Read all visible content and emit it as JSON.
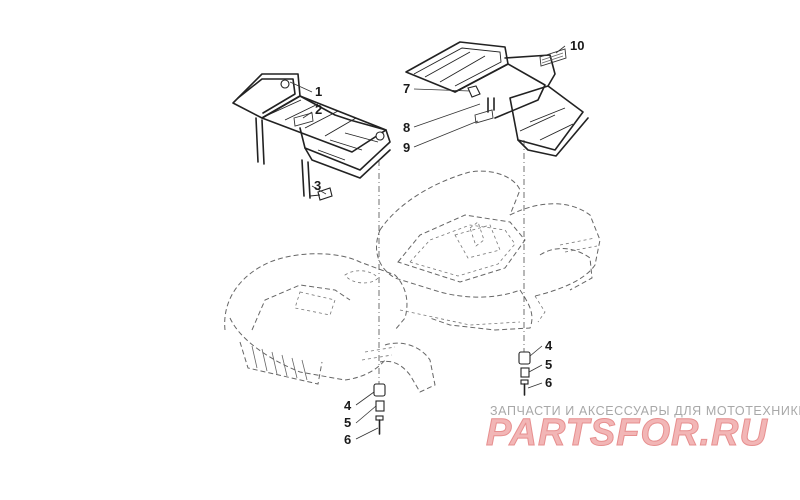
{
  "callouts": {
    "c1": "1",
    "c2": "2",
    "c3": "3",
    "c4a": "4",
    "c5a": "5",
    "c6a": "6",
    "c4b": "4",
    "c5b": "5",
    "c6b": "6",
    "c7": "7",
    "c8": "8",
    "c9": "9",
    "c10": "10"
  },
  "watermark": {
    "tagline": "ЗАПЧАСТИ И АКСЕССУАРЫ ДЛЯ МОТОТЕХНИКИ",
    "logo": "PARTSFOR.RU"
  },
  "colors": {
    "line": "#222222",
    "watermark_red": "#e78f8f",
    "watermark_gray": "#a8a8a8"
  }
}
